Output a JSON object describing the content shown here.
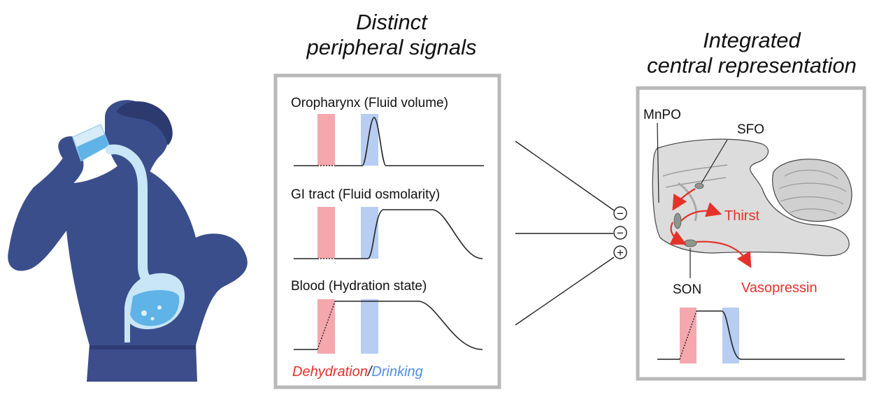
{
  "headings": {
    "left": [
      "Distinct",
      "peripheral signals"
    ],
    "right": [
      "Integrated",
      "central representation"
    ]
  },
  "peripheral_panel": {
    "signals": [
      {
        "label": "Oropharynx (Fluid volume)",
        "curve": "transient-peak"
      },
      {
        "label": "GI tract (Fluid osmolarity)",
        "curve": "sustained-step"
      },
      {
        "label": "Blood (Hydration state)",
        "curve": "slow-ramp-sustained"
      }
    ],
    "legend": {
      "dehydration": "Dehydration",
      "separator": "/",
      "drinking": "Drinking"
    }
  },
  "connectors": [
    {
      "sign": "−",
      "meaning": "inhibition"
    },
    {
      "sign": "−",
      "meaning": "inhibition"
    },
    {
      "sign": "+",
      "meaning": "excitation"
    }
  ],
  "central_panel": {
    "regions": {
      "mnpo": "MnPO",
      "sfo": "SFO",
      "son": "SON"
    },
    "outputs": {
      "thirst": "Thirst",
      "vasopressin": "Vasopressin"
    }
  },
  "colors": {
    "dehydration": "#f4a8ad",
    "drinking": "#b7cdf2",
    "output_red": "#e4322b",
    "legend_blue": "#4f8ee8",
    "panel_border": "#b8b8b8",
    "figure_navy": "#3b4e8c"
  }
}
